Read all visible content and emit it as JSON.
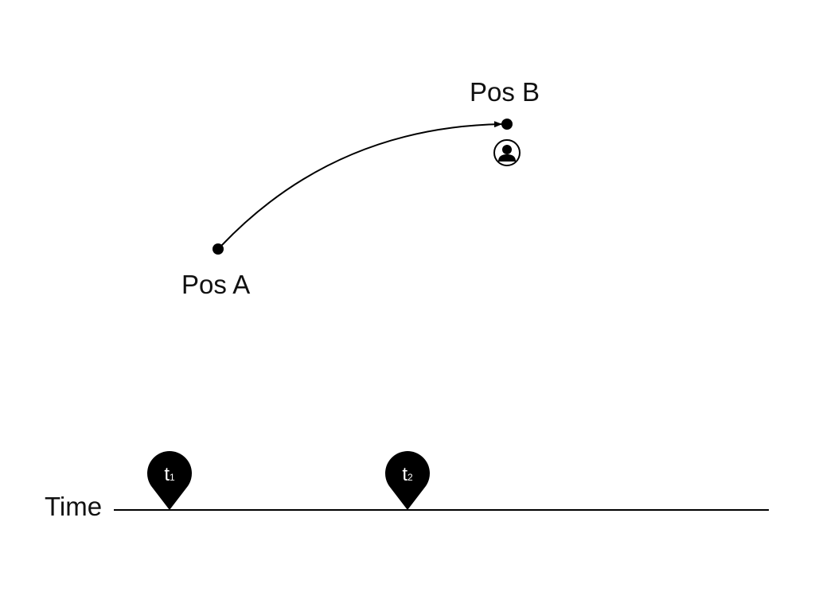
{
  "positions": {
    "a_label": "Pos A",
    "b_label": "Pos B"
  },
  "timeline": {
    "label": "Time",
    "markers": [
      {
        "base": "t",
        "sub": "1"
      },
      {
        "base": "t",
        "sub": "2"
      }
    ]
  },
  "icons": {
    "person": "user-avatar-icon",
    "marker": "map-pin-icon"
  },
  "colors": {
    "ink": "#000000",
    "background": "#ffffff"
  }
}
